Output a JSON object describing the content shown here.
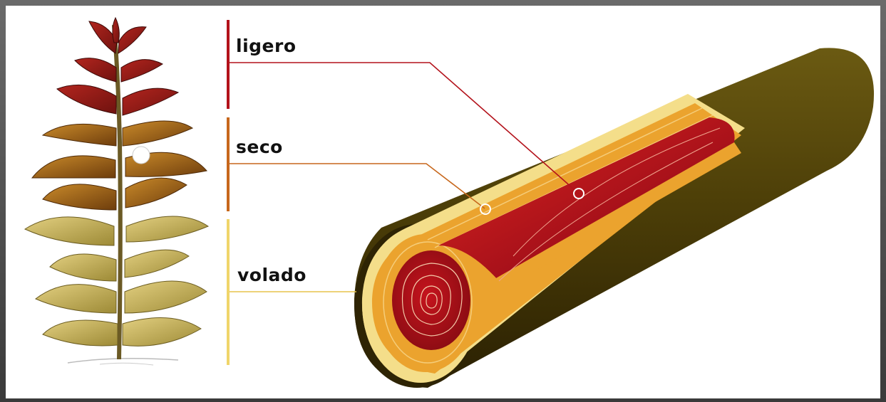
{
  "labels": {
    "ligero": "ligero",
    "seco": "seco",
    "volado": "volado"
  },
  "colors": {
    "ligero": "#b3121b",
    "seco": "#c7671c",
    "volado": "#f0d56a",
    "wrapper": "#4a3a07",
    "binder": "#f3d676",
    "filler_core": "#9c0f16"
  }
}
